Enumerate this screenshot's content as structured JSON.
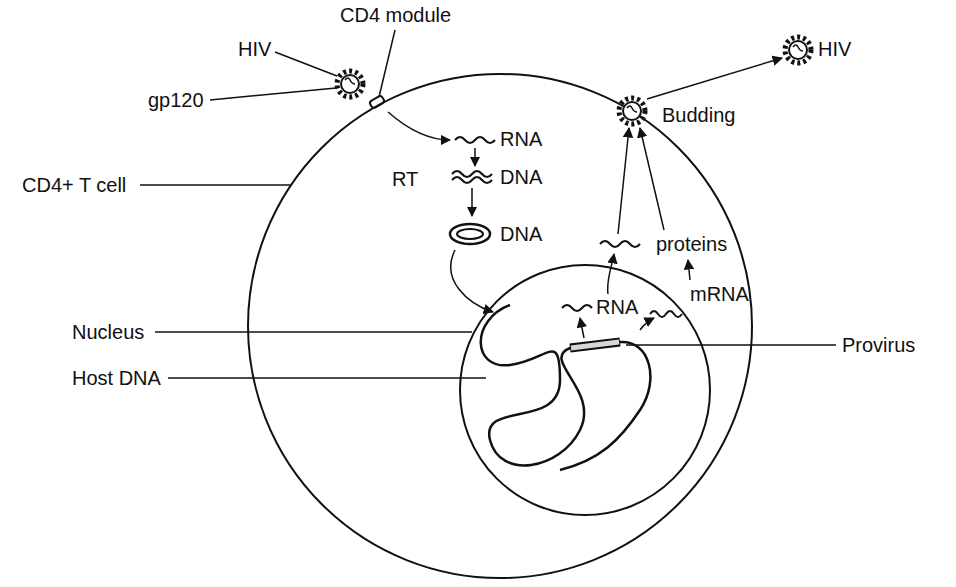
{
  "diagram": {
    "labels": [
      "CD4 module",
      "HIV",
      "HIV",
      "gp120",
      "Budding",
      "RNA",
      "RT",
      "DNA",
      "CD4+ T cell",
      "proteins",
      "DNA",
      "mRNA",
      "Nucleus",
      "RNA",
      "Provirus",
      "Host DNA"
    ]
  }
}
